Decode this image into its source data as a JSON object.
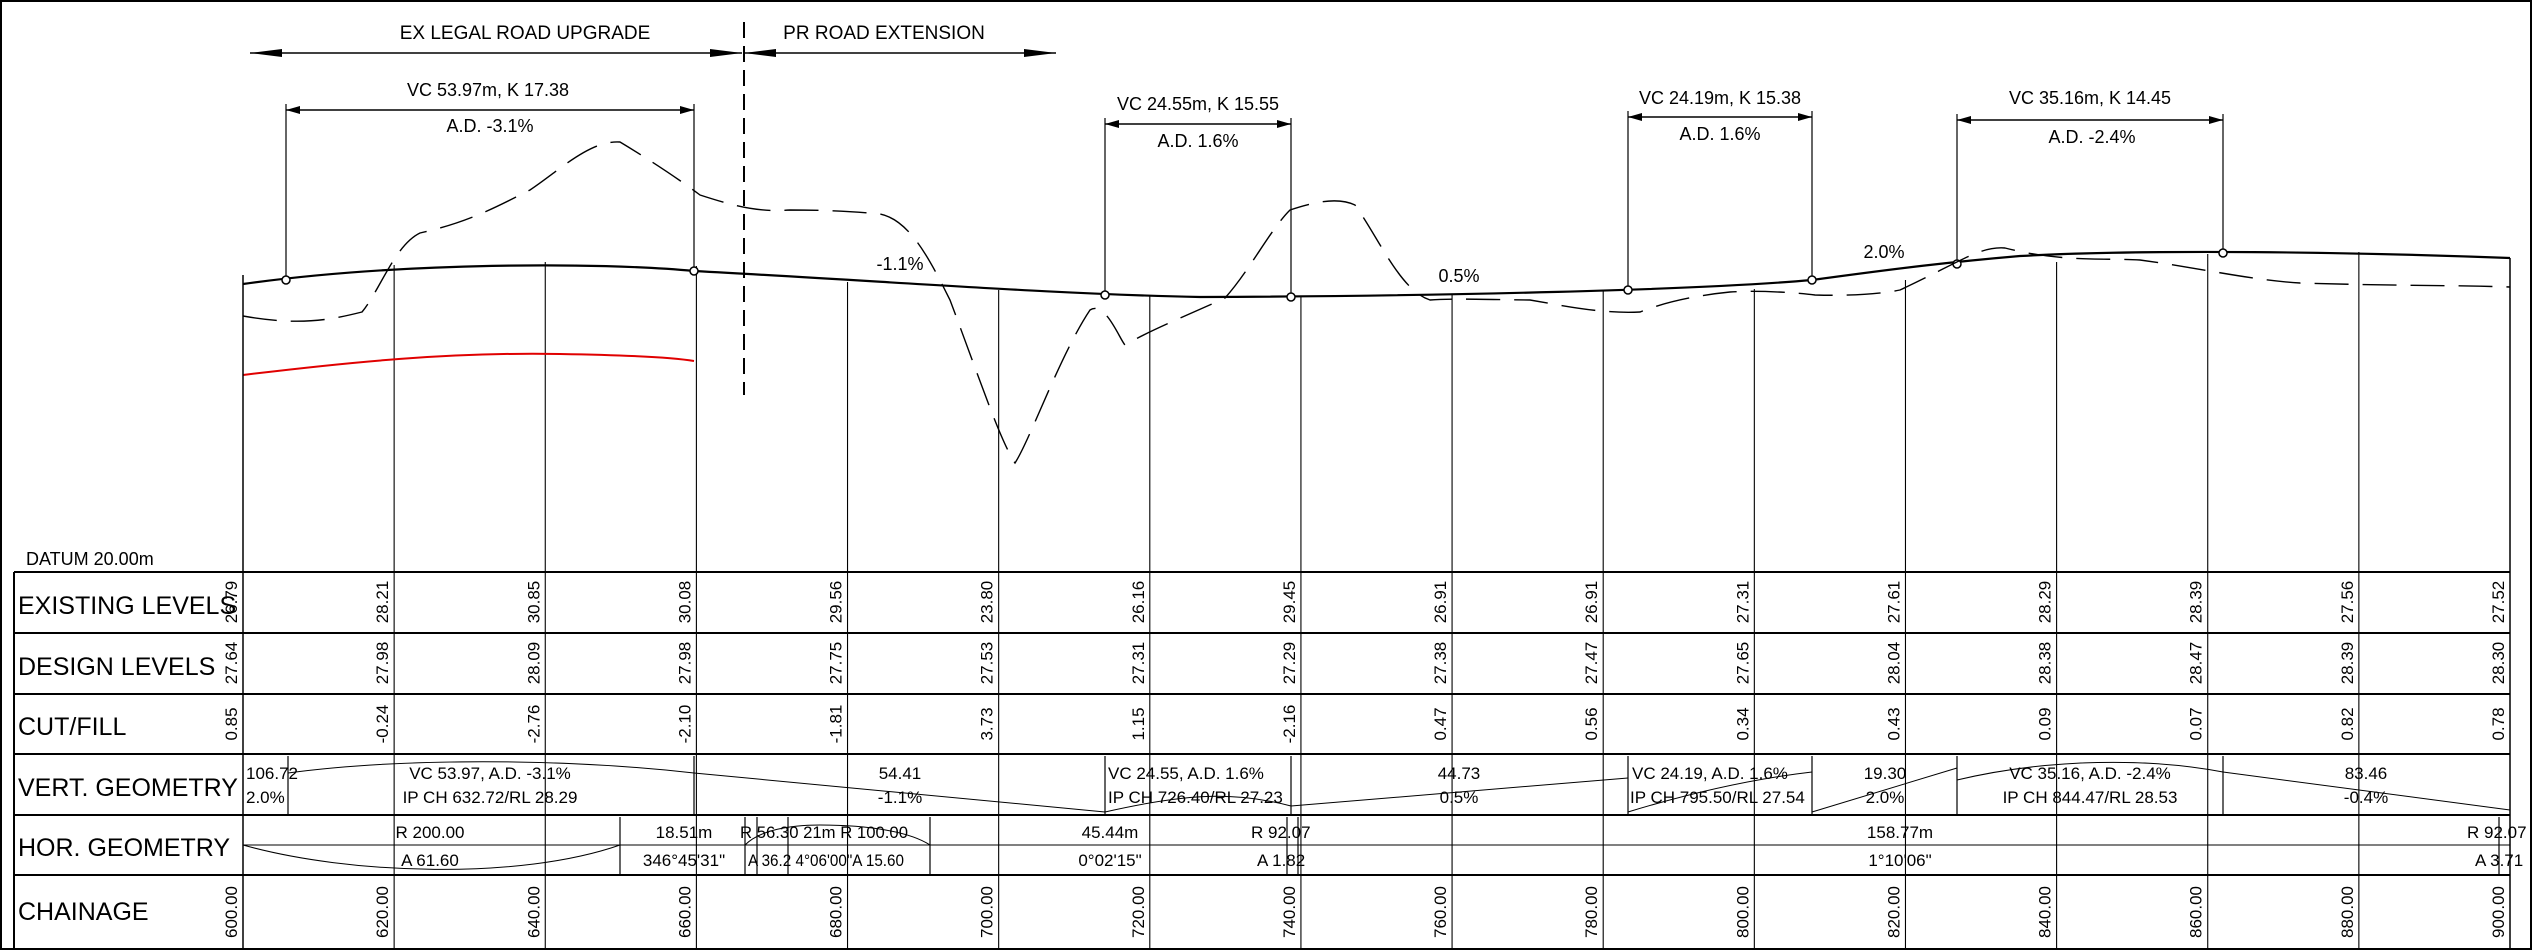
{
  "top_labels": {
    "ex_legal_road_upgrade": "EX LEGAL ROAD UPGRADE",
    "pr_road_extension": "PR ROAD EXTENSION",
    "datum": "DATUM 20.00m"
  },
  "vertical_curves": [
    {
      "label": "VC 53.97m, K 17.38",
      "ad": "A.D. -3.1%"
    },
    {
      "label": "VC 24.55m, K 15.55",
      "ad": "A.D. 1.6%"
    },
    {
      "label": "VC 24.19m, K 15.38",
      "ad": "A.D. 1.6%"
    },
    {
      "label": "VC 35.16m, K 14.45",
      "ad": "A.D. -2.4%"
    }
  ],
  "grade_labels": [
    "-1.1%",
    "0.5%",
    "2.0%"
  ],
  "rows": {
    "existing": "EXISTING LEVELS",
    "design": "DESIGN LEVELS",
    "cutfill": "CUT/FILL",
    "vert": "VERT. GEOMETRY",
    "hor": "HOR. GEOMETRY",
    "chainage": "CHAINAGE"
  },
  "chart_data": {
    "type": "line",
    "chainage": [
      "600.00",
      "620.00",
      "640.00",
      "660.00",
      "680.00",
      "700.00",
      "720.00",
      "740.00",
      "760.00",
      "780.00",
      "800.00",
      "820.00",
      "840.00",
      "860.00",
      "880.00",
      "900.00"
    ],
    "existing_levels": [
      "26.79",
      "28.21",
      "30.85",
      "30.08",
      "29.56",
      "23.80",
      "26.16",
      "29.45",
      "26.91",
      "26.91",
      "27.31",
      "27.61",
      "28.29",
      "28.39",
      "27.56",
      "27.52"
    ],
    "design_levels": [
      "27.64",
      "27.98",
      "28.09",
      "27.98",
      "27.75",
      "27.53",
      "27.31",
      "27.29",
      "27.38",
      "27.47",
      "27.65",
      "28.04",
      "28.38",
      "28.47",
      "28.39",
      "28.30"
    ],
    "cut_fill": [
      "0.85",
      "-0.24",
      "-2.76",
      "-2.10",
      "-1.81",
      "3.73",
      "1.15",
      "-2.16",
      "0.47",
      "0.56",
      "0.34",
      "0.43",
      "0.09",
      "0.07",
      "0.82",
      "0.78"
    ]
  },
  "vert_geometry": {
    "start_a": "106.72",
    "start_b": "2.0%",
    "vc1_a": "VC 53.97, A.D. -3.1%",
    "vc1_b": "IP CH 632.72/RL 28.29",
    "g1_a": "54.41",
    "g1_b": "-1.1%",
    "vc2_a": "VC 24.55, A.D. 1.6%",
    "vc2_b": "IP CH 726.40/RL 27.23",
    "g2_a": "44.73",
    "g2_b": "0.5%",
    "vc3_a": "VC 24.19, A.D. 1.6%",
    "vc3_b": "IP CH 795.50/RL 27.54",
    "g3_a": "19.30",
    "g3_b": "2.0%",
    "vc4_a": "VC 35.16, A.D. -2.4%",
    "vc4_b": "IP CH 844.47/RL 28.53",
    "g4_a": "83.46",
    "g4_b": "-0.4%"
  },
  "hor_geometry": {
    "c1_a": "R 200.00",
    "c1_b": "A 61.60",
    "s1_a": "18.51m",
    "s1_b": "346°45'31\"",
    "mix_a": "R 56.30 21m R 100.00",
    "mix_b": "A 36.2 4°06'00\"A 15.60",
    "s2_a": "45.44m",
    "s2_b": "0°02'15\"",
    "c2_a": "R 92.07",
    "c2_b": "A 1.82",
    "s3_a": "158.77m",
    "s3_b": "1°10'06\"",
    "c3_a": "R 92.07",
    "c3_b": "A 3.71"
  }
}
